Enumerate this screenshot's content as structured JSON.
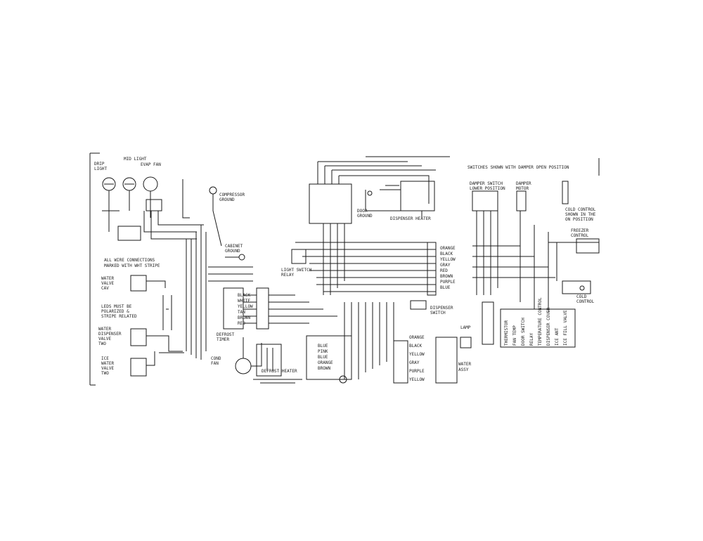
{
  "header": {
    "switches_note": "SWITCHES SHOWN WITH DAMPER OPEN POSITION"
  },
  "left_panel": {
    "fan_light": [
      "DRIP",
      "LIGHT"
    ],
    "mid_light": [
      "MID LIGHT"
    ],
    "evap_fan": [
      "EVAP FAN"
    ],
    "compressor_ground": [
      "COMPRESSOR",
      "GROUND"
    ],
    "all_wire_note": [
      "ALL WIRE CONNECTIONS",
      "MARKED WITH WHT STRIPE"
    ],
    "water_valve": [
      "WATER",
      "VALVE",
      "CAV"
    ],
    "polarized_note": [
      "LEDS MUST BE",
      "POLARIZED &",
      "STRIPE RELATED"
    ],
    "water_dispenser": [
      "WATER",
      "DISPENSER",
      "VALVE",
      "TWO"
    ],
    "ice_maker_valve": [
      "ICE",
      "WATER",
      "VALVE",
      "TWO"
    ],
    "cabinet_ground": [
      "CABINET",
      "GROUND"
    ]
  },
  "center_panel": {
    "harness_colors_left": [
      "BLACK",
      "WHITE",
      "YELLOW",
      "TAN",
      "BROWN",
      "RED"
    ],
    "light_switch": [
      "LIGHT SWITCH",
      "RELAY"
    ],
    "defrost_timer": [
      "DEFROST",
      "TIMER"
    ],
    "cond_fan": [
      "COND",
      "FAN"
    ],
    "defrost_heater": [
      "DEFROST HEATER"
    ],
    "harness_colors_mid": [
      "BLUE",
      "PINK",
      "BLUE",
      "ORANGE",
      "BROWN"
    ],
    "dispenser_heater_label": [
      "DISPENSER HEATER"
    ],
    "door_ground": [
      "DOOR",
      "GROUND"
    ],
    "harness_colors_right": [
      "ORANGE",
      "BLACK",
      "YELLOW",
      "GRAY",
      "RED",
      "BROWN",
      "PURPLE",
      "BLUE"
    ],
    "harness_colors_lower": [
      "ORANGE",
      "BLACK",
      "YELLOW",
      "GRAY",
      "PURPLE",
      "YELLOW"
    ],
    "ice_bucket_switch": [
      "DISPENSER",
      "SWITCH"
    ],
    "lamp_bulb": [
      "LAMP"
    ],
    "dispenser_label": [
      "DISPENSER SWITCH"
    ]
  },
  "right_panel": {
    "damper_switch": [
      "DAMPER SWITCH",
      "LOWER POSITION"
    ],
    "damper_motor": [
      "DAMPER",
      "MOTOR"
    ],
    "thermistor": [
      "THERMISTOR"
    ],
    "cold_control": [
      "COLD CONTROL",
      "SHOWN IN THE",
      "ON POSITION"
    ],
    "freezer_control": [
      "FREEZER",
      "CONTROL"
    ],
    "cold_control_lower": [
      "COLD",
      "CONTROL"
    ],
    "water_assy": [
      "WATER",
      "ASSY"
    ],
    "vertical_labels": [
      "THERMISTOR",
      "FAN TEMP",
      "DOOR SWITCH",
      "RELAY",
      "TEMPERATURE CONTROL",
      "DISPENSER COVER",
      "ICE ANT",
      "ICE FILL VALVE"
    ]
  }
}
